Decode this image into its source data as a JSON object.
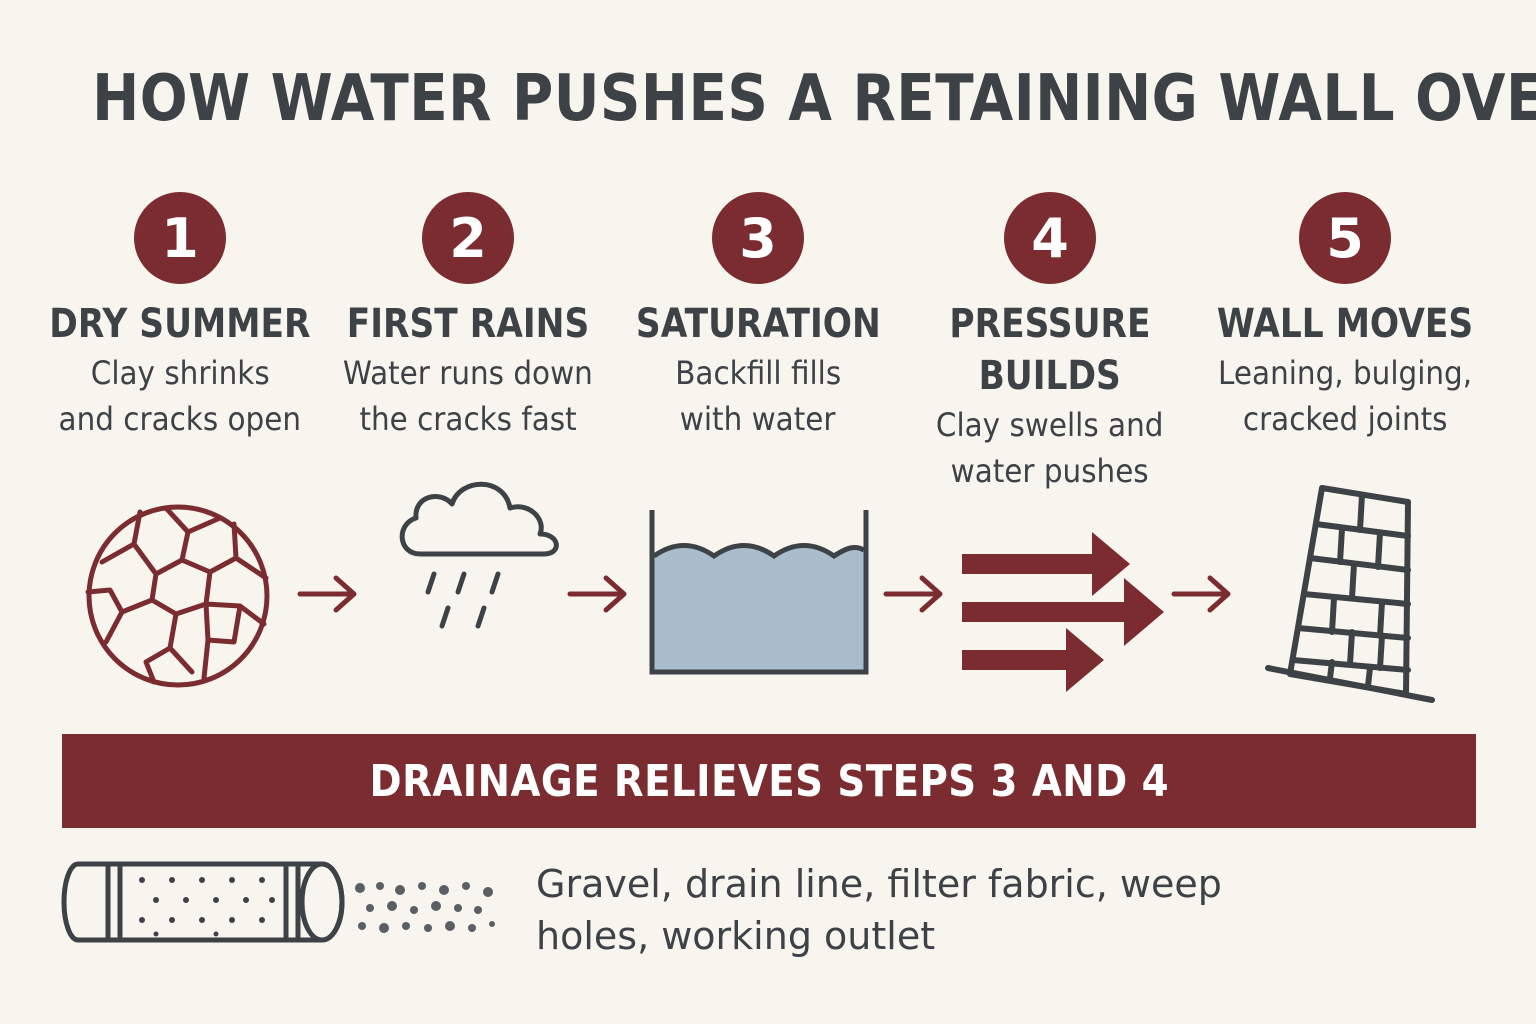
{
  "title": "HOW WATER PUSHES A RETAINING WALL OVER",
  "steps": [
    {
      "number": "1",
      "title": "DRY SUMMER",
      "desc_lines": [
        "Clay shrinks",
        "and cracks open"
      ]
    },
    {
      "number": "2",
      "title": "FIRST RAINS",
      "desc_lines": [
        "Water runs down",
        "the cracks fast"
      ]
    },
    {
      "number": "3",
      "title": "SATURATION",
      "desc_lines": [
        "Backfill fills",
        "with water"
      ]
    },
    {
      "number": "4",
      "title_lines": [
        "PRESSURE",
        "BUILDS"
      ],
      "desc_lines": [
        "Clay swells and",
        "water pushes"
      ]
    },
    {
      "number": "5",
      "title": "WALL MOVES",
      "desc_lines": [
        "Leaning, bulging,",
        "cracked joints"
      ]
    }
  ],
  "banner": "DRAINAGE RELIEVES STEPS 3 AND 4",
  "drainage_text": "Gravel, drain line, filter fabric, weep holes, working outlet",
  "icons": [
    "cracked-clay-icon",
    "rain-cloud-icon",
    "water-tank-icon",
    "pressure-arrows-icon",
    "leaning-wall-icon",
    "drain-pipe-icon",
    "gravel-icon"
  ],
  "colors": {
    "accent": "#7b2c31",
    "text": "#3d4247",
    "water": "#a9bccb",
    "background": "#f8f5ef"
  }
}
